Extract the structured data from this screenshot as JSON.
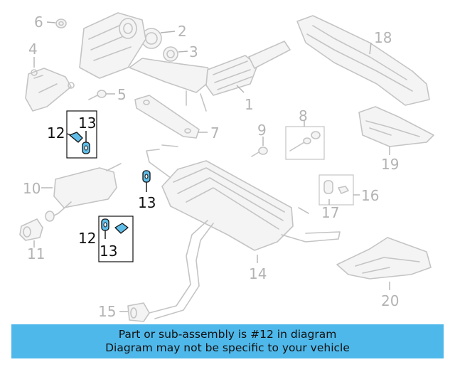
{
  "diagram": {
    "callouts": {
      "c1": "1",
      "c2": "2",
      "c3": "3",
      "c4": "4",
      "c5": "5",
      "c6": "6",
      "c7": "7",
      "c8": "8",
      "c9": "9",
      "c10": "10",
      "c11": "11",
      "c12a": "12",
      "c12b": "12",
      "c13a": "13",
      "c13b": "13",
      "c13c": "13",
      "c14": "14",
      "c15": "15",
      "c16": "16",
      "c17": "17",
      "c18": "18",
      "c19": "19",
      "c20": "20"
    },
    "colors": {
      "highlight": "#5fbde8",
      "banner": "#4fb8ea",
      "part_stroke": "#c4c4c4"
    }
  },
  "banner": {
    "line1": "Part or sub-assembly is #12 in diagram",
    "line2": "Diagram may not be specific to your vehicle"
  }
}
